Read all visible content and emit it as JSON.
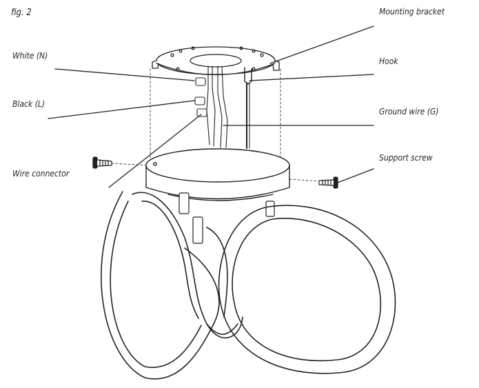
{
  "figure": {
    "label": "fig. 2"
  },
  "callouts": {
    "white": "White (N)",
    "black": "Black (L)",
    "wire_connector": "Wire connector",
    "mounting_bracket": "Mounting bracket",
    "hook": "Hook",
    "ground_wire": "Ground wire (G)",
    "support_screw": "Support screw"
  },
  "colors": {
    "ink": "#231f20",
    "background": "#ffffff"
  }
}
